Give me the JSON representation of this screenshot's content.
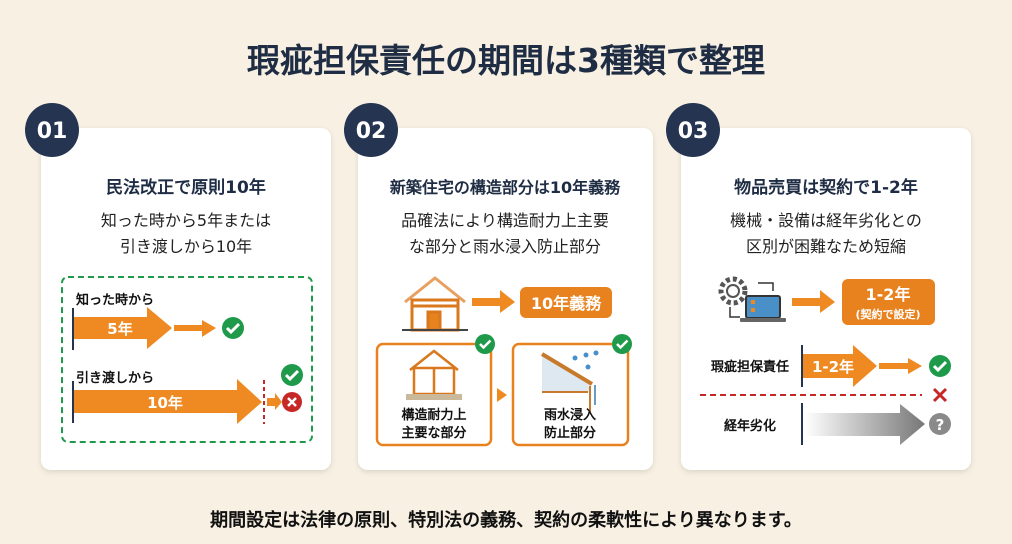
{
  "title": "瑕疵担保責任の期間は3種類で整理",
  "footer": "期間設定は法律の原則、特別法の義務、契約の柔軟性により異なります。",
  "colors": {
    "background": "#f8f1e3",
    "navy": "#243451",
    "orange": "#e8821e",
    "green": "#1e9a4a",
    "red": "#c62828",
    "gray": "#8a8a8a"
  },
  "cards": [
    {
      "number": "01",
      "heading": "民法改正で原則10年",
      "lines": [
        "知った時から5年または",
        "引き渡しから10年"
      ],
      "row1_label": "知った時から",
      "row1_value": "5年",
      "row2_label": "引き渡しから",
      "row2_value": "10年"
    },
    {
      "number": "02",
      "heading": "新築住宅の構造部分は10年義務",
      "lines": [
        "品確法により構造耐力上主要",
        "な部分と雨水浸入防止部分"
      ],
      "badge": "10年義務",
      "box1": [
        "構造耐力上",
        "主要な部分"
      ],
      "box2": [
        "雨水浸入",
        "防止部分"
      ]
    },
    {
      "number": "03",
      "heading": "物品売買は契約で1-2年",
      "lines": [
        "機械・設備は経年劣化との",
        "区別が困難なため短縮"
      ],
      "badge": "1-2年",
      "badge_sub": "(契約で設定)",
      "row1_label": "瑕疵担保責任",
      "row1_value": "1-2年",
      "row2_label": "経年劣化"
    }
  ]
}
